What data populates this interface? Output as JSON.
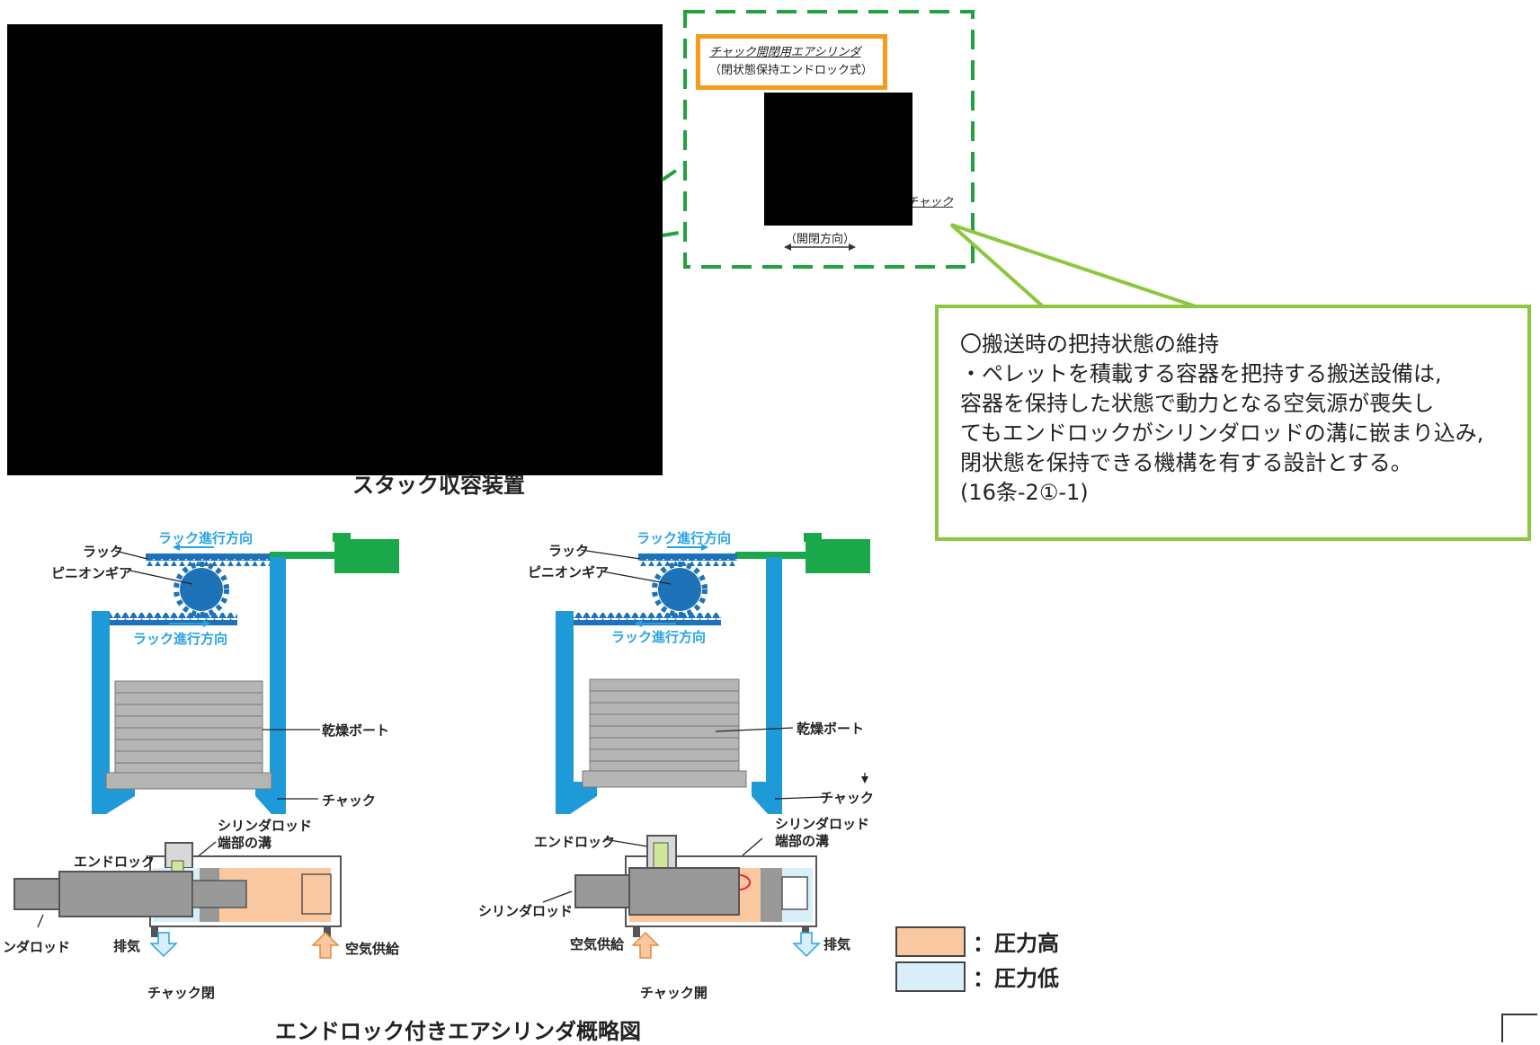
{
  "colors": {
    "frame_blue": "#29a3e0",
    "chuck_blue": "#1e9ad8",
    "rack_blue": "#1e73b8",
    "boat_gray": "#b5b5b5",
    "green_motor": "#1aa84a",
    "callout_green": "#8dc63f",
    "dashed_green": "#22a23c",
    "orange_box": "#f39c1e",
    "pressure_high": "#f9c8a0",
    "pressure_low": "#d8eef8"
  },
  "top_detail": {
    "cylinder_label_line1": "チャック開閉用エアシリンダ",
    "cylinder_label_line2": "（閉状態保持エンドロック式）",
    "chuck_label": "チャック",
    "direction_label": "（開閉方向）"
  },
  "callout": {
    "lines": [
      "〇搬送時の把持状態の維持",
      "・ペレットを積載する容器を把持する搬送設備は,",
      "容器を保持した状態で動力となる空気源が喪失し",
      "てもエンドロックがシリンダロッドの溝に嵌まり込み,",
      "閉状態を保持できる機構を有する設計とする。",
      "(16条-2①-1)"
    ]
  },
  "stack_caption": "スタック収容装置",
  "left_diagram": {
    "rack_direction_top": "ラック進行方向",
    "rack_direction_bottom": "ラック進行方向",
    "rack": "ラック",
    "pinion": "ピニオンギア",
    "boat": "乾燥ボート",
    "chuck": "チャック",
    "rod_groove": "シリンダロッド\n端部の溝",
    "rod_groove_l1": "シリンダロッド",
    "rod_groove_l2": "端部の溝",
    "end_lock": "エンドロック",
    "rod": "シリンダロッド",
    "exhaust": "排気",
    "air_supply": "空気供給",
    "state": "チャック閉"
  },
  "right_diagram": {
    "rack_direction_top": "ラック進行方向",
    "rack_direction_bottom": "ラック進行方向",
    "rack": "ラック",
    "pinion": "ピニオンギア",
    "boat": "乾燥ボート",
    "chuck": "チャック",
    "rod_groove_l1": "シリンダロッド",
    "rod_groove_l2": "端部の溝",
    "end_lock": "エンドロック",
    "rod": "シリンダロッド",
    "air_supply": "空気供給",
    "exhaust": "排気",
    "state": "チャック開"
  },
  "legend": {
    "high": "：圧力高",
    "low": "：圧力低"
  },
  "bottom_caption": "エンドロック付きエアシリンダ概略図"
}
